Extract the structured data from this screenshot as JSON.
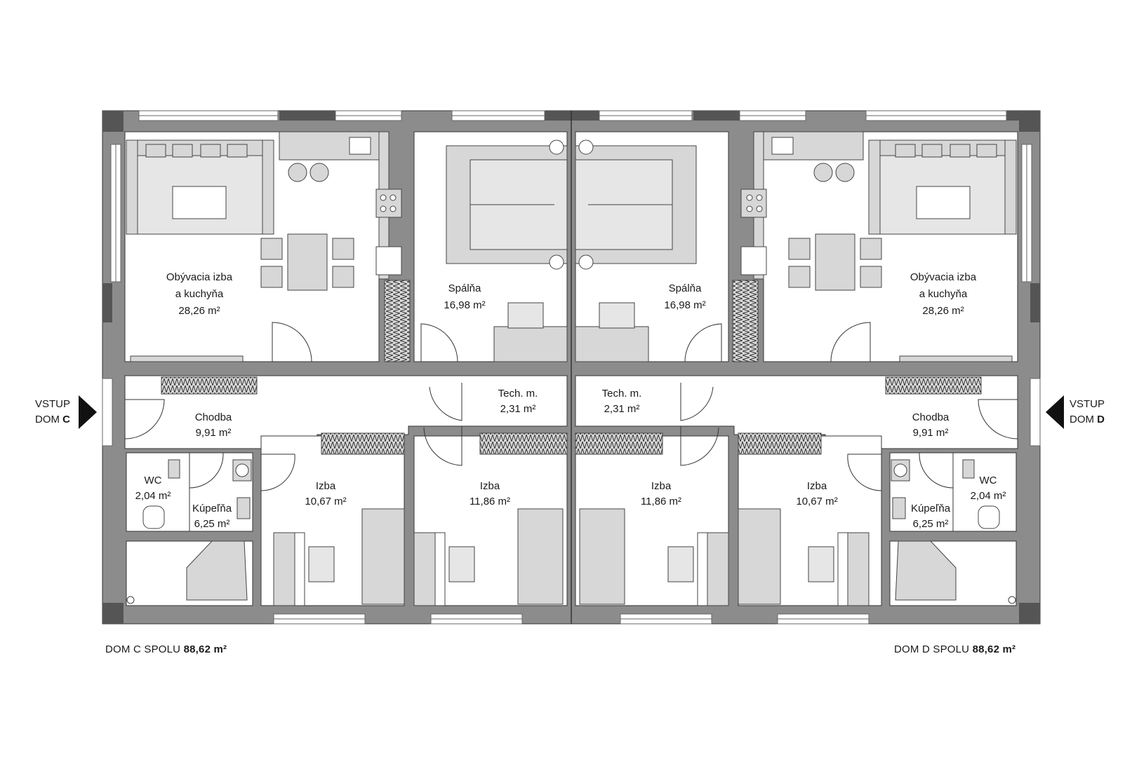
{
  "rooms_c": {
    "living": {
      "line1": "Obývacia izba",
      "line2": "a kuchyňa",
      "area": "28,26 m²"
    },
    "bedroom": {
      "name": "Spálňa",
      "area": "16,98 m²"
    },
    "tech": {
      "name": "Tech. m.",
      "area": "2,31 m²"
    },
    "hall": {
      "name": "Chodba",
      "area": "9,91 m²"
    },
    "wc": {
      "name": "WC",
      "area": "2,04 m²"
    },
    "bath": {
      "name": "Kúpeľňa",
      "area": "6,25 m²"
    },
    "room1": {
      "name": "Izba",
      "area": "10,67 m²"
    },
    "room2": {
      "name": "Izba",
      "area": "11,86 m²"
    }
  },
  "rooms_d": {
    "living": {
      "line1": "Obývacia izba",
      "line2": "a kuchyňa",
      "area": "28,26 m²"
    },
    "bedroom": {
      "name": "Spálňa",
      "area": "16,98 m²"
    },
    "tech": {
      "name": "Tech. m.",
      "area": "2,31 m²"
    },
    "hall": {
      "name": "Chodba",
      "area": "9,91 m²"
    },
    "wc": {
      "name": "WC",
      "area": "2,04 m²"
    },
    "bath": {
      "name": "Kúpeľňa",
      "area": "6,25 m²"
    },
    "room1": {
      "name": "Izba",
      "area": "10,67 m²"
    },
    "room2": {
      "name": "Izba",
      "area": "11,86 m²"
    }
  },
  "entries": {
    "c": {
      "line1": "VSTUP",
      "line2_prefix": "DOM",
      "letter": "C"
    },
    "d": {
      "line1": "VSTUP",
      "line2_prefix": "DOM",
      "letter": "D"
    }
  },
  "totals": {
    "c": {
      "label": "DOM C SPOLU",
      "value": "88,62 m²"
    },
    "d": {
      "label": "DOM D SPOLU",
      "value": "88,62 m²"
    }
  },
  "colors": {
    "wall": "#8c8c8c",
    "corner": "#555555",
    "furniture": "#d7d7d7",
    "floor": "#ffffff",
    "line": "#333333"
  }
}
